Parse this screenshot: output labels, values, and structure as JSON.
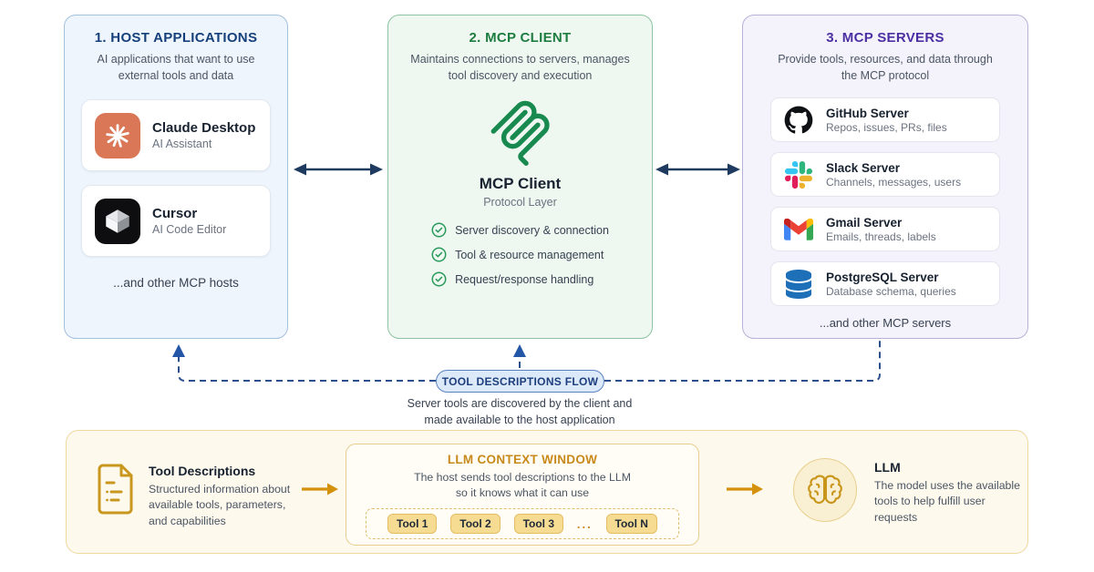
{
  "panels": {
    "hosts": {
      "title": "1. HOST APPLICATIONS",
      "subtitle": "AI applications that want to use external tools and data",
      "items": [
        {
          "name": "Claude Desktop",
          "desc": "AI Assistant"
        },
        {
          "name": "Cursor",
          "desc": "AI Code Editor"
        }
      ],
      "footer": "...and other MCP hosts"
    },
    "client": {
      "title": "2. MCP CLIENT",
      "subtitle": "Maintains connections to servers, manages tool discovery and execution",
      "logo_label": "MCP Client",
      "logo_sublabel": "Protocol Layer",
      "features": [
        "Server discovery & connection",
        "Tool & resource management",
        "Request/response handling"
      ]
    },
    "servers": {
      "title": "3. MCP SERVERS",
      "subtitle": "Provide tools, resources, and data through the MCP protocol",
      "items": [
        {
          "name": "GitHub Server",
          "desc": "Repos, issues, PRs, files"
        },
        {
          "name": "Slack Server",
          "desc": "Channels, messages, users"
        },
        {
          "name": "Gmail Server",
          "desc": "Emails, threads, labels"
        },
        {
          "name": "PostgreSQL Server",
          "desc": "Database schema, queries"
        }
      ],
      "footer": "...and other MCP servers"
    }
  },
  "flow": {
    "pill": "TOOL DESCRIPTIONS FLOW",
    "caption_line1": "Server tools are discovered by the client and",
    "caption_line2": "made available to the host application"
  },
  "bottom": {
    "tool_descriptions": {
      "title": "Tool Descriptions",
      "desc": "Structured information about available tools, parameters, and capabilities"
    },
    "context_window": {
      "title": "LLM CONTEXT WINDOW",
      "subtitle_line1": "The host sends tool descriptions to the LLM",
      "subtitle_line2": "so it knows what it can use",
      "tools": [
        "Tool 1",
        "Tool 2",
        "Tool 3",
        "Tool N"
      ],
      "ellipsis": "..."
    },
    "llm": {
      "title": "LLM",
      "desc": "The model uses the available tools to help fulfill user requests"
    }
  },
  "colors": {
    "hosts_accent": "#16407c",
    "client_accent": "#1d7c3f",
    "servers_accent": "#4c2fa3",
    "amber_accent": "#c8891a",
    "arrow_navy": "#1e3a5f",
    "dashed_blue": "#2d4f8e",
    "claude_orange": "#d97757",
    "mcp_green": "#188a4f",
    "postgres_blue": "#1d6fb8"
  }
}
